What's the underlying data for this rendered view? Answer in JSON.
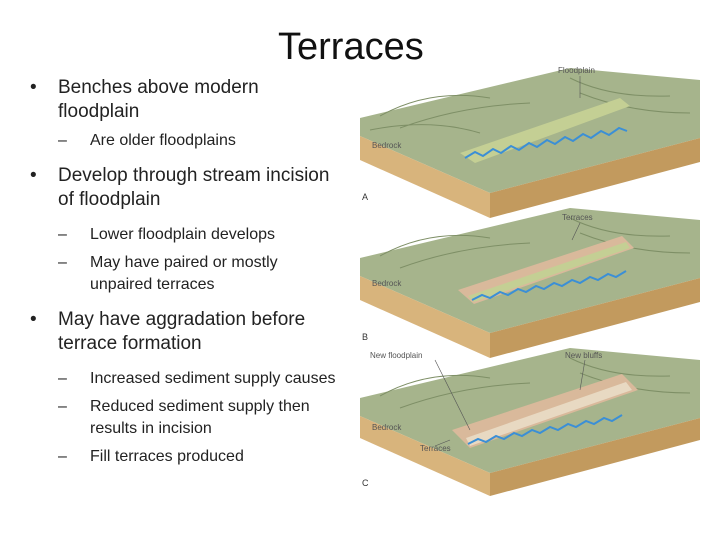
{
  "slide": {
    "title": "Terraces",
    "bullets": [
      {
        "text": "Benches above modern floodplain",
        "subs": [
          "Are older floodplains"
        ]
      },
      {
        "text": "Develop through stream incision of floodplain",
        "subs": [
          "Lower floodplain develops",
          "May have paired or mostly unpaired terraces"
        ]
      },
      {
        "text": "May have aggradation before terrace formation",
        "subs": [
          "Increased sediment supply causes",
          "Reduced sediment supply then results in incision",
          "Fill terraces produced"
        ]
      }
    ]
  },
  "figure": {
    "panel_a": {
      "letter": "A",
      "labels": {
        "floodplain": "Floodplain",
        "bedrock": "Bedrock"
      }
    },
    "panel_b": {
      "letter": "B",
      "labels": {
        "terraces": "Terraces",
        "bedrock": "Bedrock"
      }
    },
    "panel_c": {
      "letter": "C",
      "labels": {
        "new_floodplain": "New floodplain",
        "new_bluffs": "New bluffs",
        "bedrock": "Bedrock",
        "terraces": "Terraces"
      }
    },
    "colors": {
      "bedrock": "#d8b47c",
      "bedrock_dark": "#c29a5e",
      "land": "#a6b48c",
      "land_dark": "#8c9e74",
      "river": "#3b8fd6",
      "terrace": "#d9b99b"
    }
  }
}
